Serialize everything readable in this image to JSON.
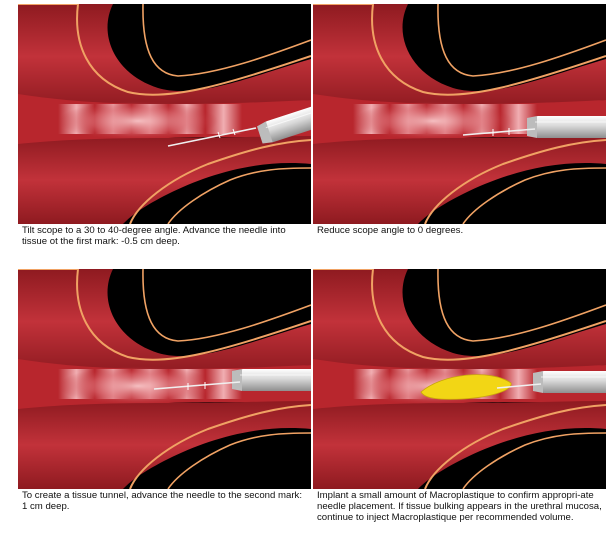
{
  "figure": {
    "panels": [
      {
        "id": "step-1",
        "caption": "Tilt scope to a 30 to 40-degree angle. Advance the needle into tissue ot the first mark: -0.5 cm deep.",
        "scope_angle_deg": 35,
        "needle_depth_marks": 1,
        "bulking_visible": false
      },
      {
        "id": "step-2",
        "caption": "Reduce scope angle to 0 degrees.",
        "scope_angle_deg": 0,
        "needle_depth_marks": 1,
        "bulking_visible": false
      },
      {
        "id": "step-3",
        "caption": "To create a tissue tunnel, advance the needle to the second mark: 1 cm deep.",
        "scope_angle_deg": 0,
        "needle_depth_marks": 2,
        "bulking_visible": false
      },
      {
        "id": "step-4",
        "caption": "Implant a small amount of Macroplastique to confirm appropri-ate needle placement. If tissue bulking appears in the urethral mucosa, continue to inject Macroplastique per recommended volume.",
        "scope_angle_deg": 0,
        "needle_depth_marks": 2,
        "bulking_visible": true
      }
    ],
    "colors": {
      "background": "#000000",
      "tissue": "#b8262d",
      "tissue_dark": "#8e1a20",
      "mucosa_edge": "#f0a264",
      "lumen_glow": "#f4b0b4",
      "scope": "#d9d9d9",
      "implant": "#f2d615"
    }
  }
}
